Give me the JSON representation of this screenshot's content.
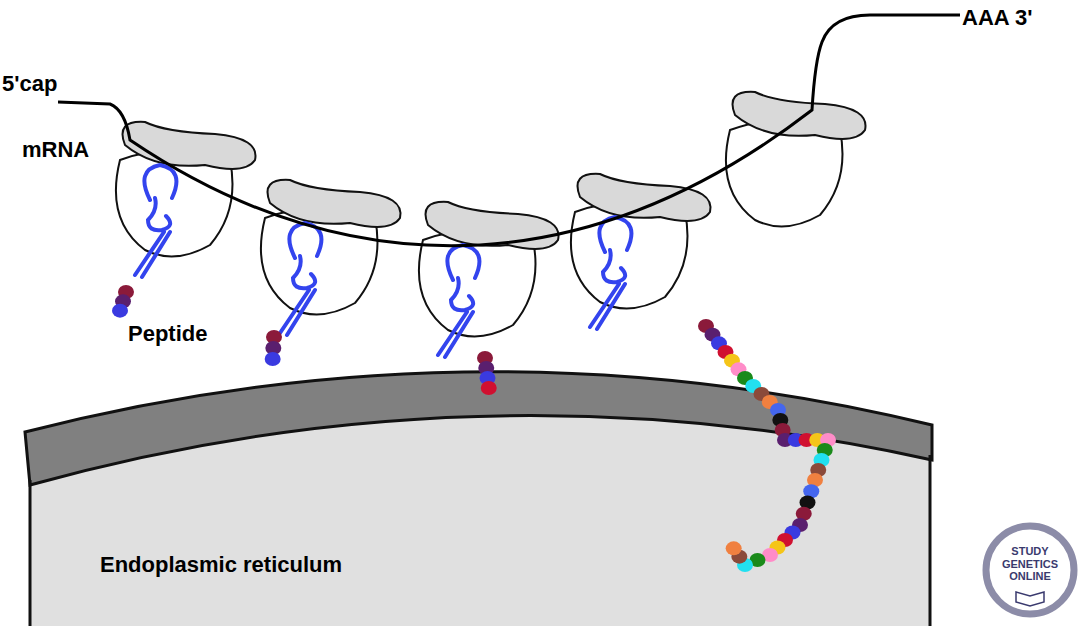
{
  "diagram": {
    "nodes": [
      {
        "text": [
          "Endoplasmic reticulum"
        ]
      },
      {
        "text": [
          "STUDY GENETICS ONLINE"
        ]
      }
    ],
    "labels": [
      "5'cap",
      "mRNA",
      "AAA 3'",
      "Peptide"
    ]
  }
}
